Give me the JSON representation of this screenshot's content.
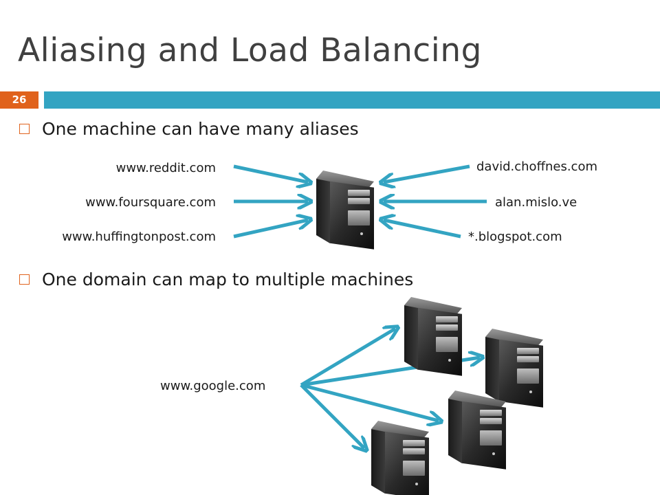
{
  "slide": {
    "title": "Aliasing and Load Balancing",
    "number": "26",
    "accent_color": "#33a4c2",
    "number_color": "#e0621c"
  },
  "bullets": [
    {
      "text": "One machine can have many aliases"
    },
    {
      "text": "One domain can map to multiple machines"
    }
  ],
  "aliases_left": [
    "www.reddit.com",
    "www.foursquare.com",
    "www.huffingtonpost.com"
  ],
  "aliases_right": [
    "david.choffnes.com",
    "alan.mislo.ve",
    "*.blogspot.com"
  ],
  "domain": "www.google.com",
  "icons": [
    "server-icon",
    "arrow-icon",
    "checkbox-bullet-icon"
  ]
}
